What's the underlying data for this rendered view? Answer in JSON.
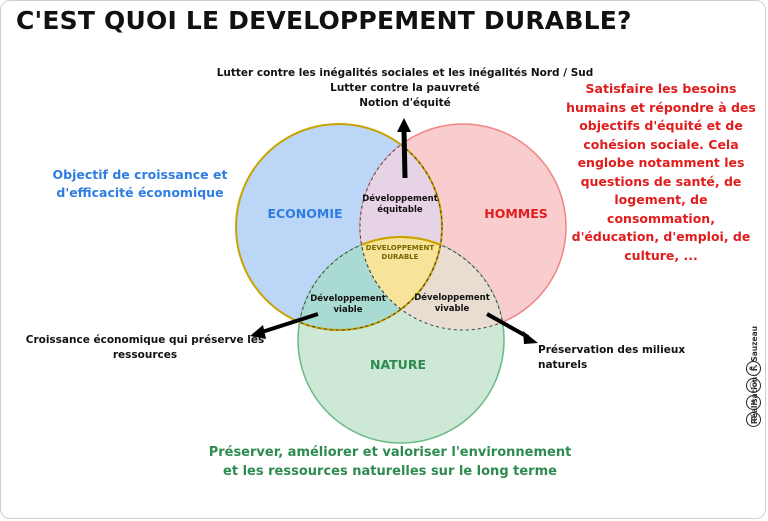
{
  "title": "C'EST QUOI LE DEVELOPPEMENT DURABLE?",
  "top_labels": [
    "Lutter contre les inégalités sociales et les inégalités Nord / Sud",
    "Lutter contre la pauvreté",
    "Notion d'équité"
  ],
  "economie": {
    "label": "ECONOMIE",
    "description": "Objectif de croissance et d'efficacité économique",
    "color": "#2f7de1"
  },
  "hommes": {
    "label": "HOMMES",
    "description": "Satisfaire les besoins humains et répondre à des objectifs d'équité et de cohésion sociale. Cela englobe notamment les questions de santé, de logement, de consommation, d'éducation, d'emploi, de culture, ...",
    "color": "#e11c1c"
  },
  "nature": {
    "label": "NATURE",
    "description": "Préserver, améliorer et valoriser l'environnement et les ressources naturelles sur le long terme",
    "color": "#2e8b4f"
  },
  "intersections": {
    "equitable": "Développement équitable",
    "viable": "Développement viable",
    "vivable": "Développement vivable",
    "durable": "DEVELOPPEMENT DURABLE"
  },
  "outcomes": {
    "left": "Croissance économique qui préserve les ressources",
    "right": "Préservation des milieux naturels"
  },
  "credit": "Réalisation: F. Sauzeau",
  "license_icons": [
    "cc-icon",
    "by-icon",
    "nc-icon",
    "sa-icon"
  ]
}
